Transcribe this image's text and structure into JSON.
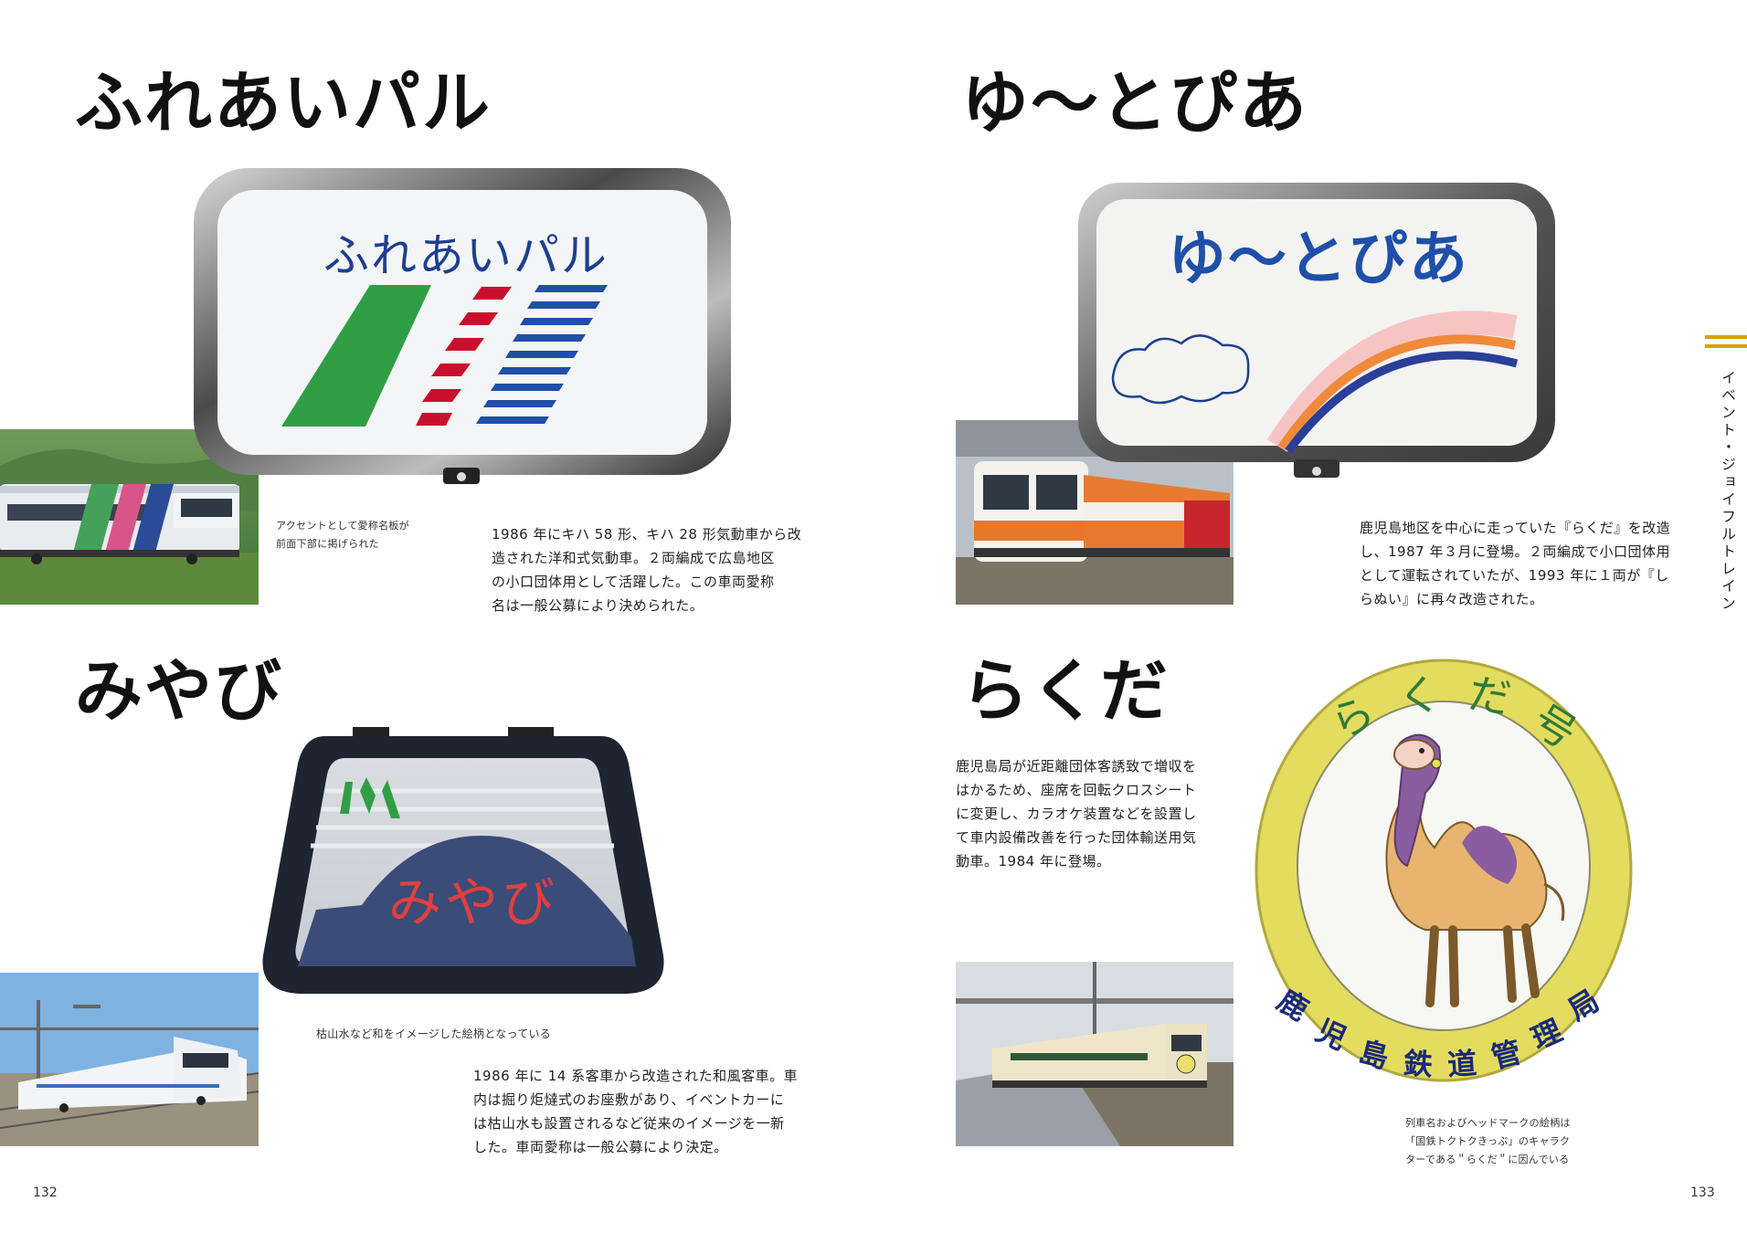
{
  "sections": {
    "fureai": {
      "title": "ふれあいパル",
      "sign_text": "ふれあいパル",
      "caption": [
        "アクセントとして愛称名板が",
        "前面下部に掲げられた"
      ],
      "body": [
        "1986 年にキハ 58 形、キハ 28 形気動車から改",
        "造された洋和式気動車。２両編成で広島地区",
        "の小口団体用として活躍した。この車両愛称",
        "名は一般公募により決められた。"
      ]
    },
    "yutopia": {
      "title": "ゆ～とぴあ",
      "sign_text": "ゆ～とぴあ",
      "body": [
        "鹿児島地区を中心に走っていた『らくだ』を改造",
        "し、1987 年３月に登場。２両編成で小口団体用",
        "として運転されていたが、1993 年に１両が『し",
        "らぬい』に再々改造された。"
      ]
    },
    "miyabi": {
      "title": "みやび",
      "sign_text": "みやび",
      "caption": "枯山水など和をイメージした絵柄となっている",
      "body": [
        "1986 年に 14 系客車から改造された和風客車。車",
        "内は掘り炬燵式のお座敷があり、イベントカーに",
        "は枯山水も設置されるなど従来のイメージを一新",
        "した。車両愛称は一般公募により決定。"
      ]
    },
    "rakuda": {
      "title": "らくだ",
      "mark_top": [
        "ら",
        "く",
        "だ",
        "号"
      ],
      "mark_bottom": [
        "鹿",
        "児",
        "島",
        "鉄",
        "道",
        "管",
        "理",
        "局"
      ],
      "body": [
        "鹿児島局が近距離団体客誘致で増収を",
        "はかるため、座席を回転クロスシート",
        "に変更し、カラオケ装置などを設置し",
        "て車内設備改善を行った団体輸送用気",
        "動車。1984 年に登場。"
      ],
      "caption": [
        "列車名およびヘッドマークの絵柄は",
        "「国鉄トクトクきっぷ」のキャラク",
        "ターである＂らくだ＂に因んでいる"
      ]
    }
  },
  "side_tab": "イベント・ジョイフルトレイン",
  "pages": {
    "left": "132",
    "right": "133"
  },
  "colors": {
    "accent": "#d8a000",
    "green": "#2f9e44",
    "red": "#c8102e",
    "blue": "#1f4fa8",
    "navy": "#1d3f8f",
    "yellow": "#e9e16b"
  }
}
